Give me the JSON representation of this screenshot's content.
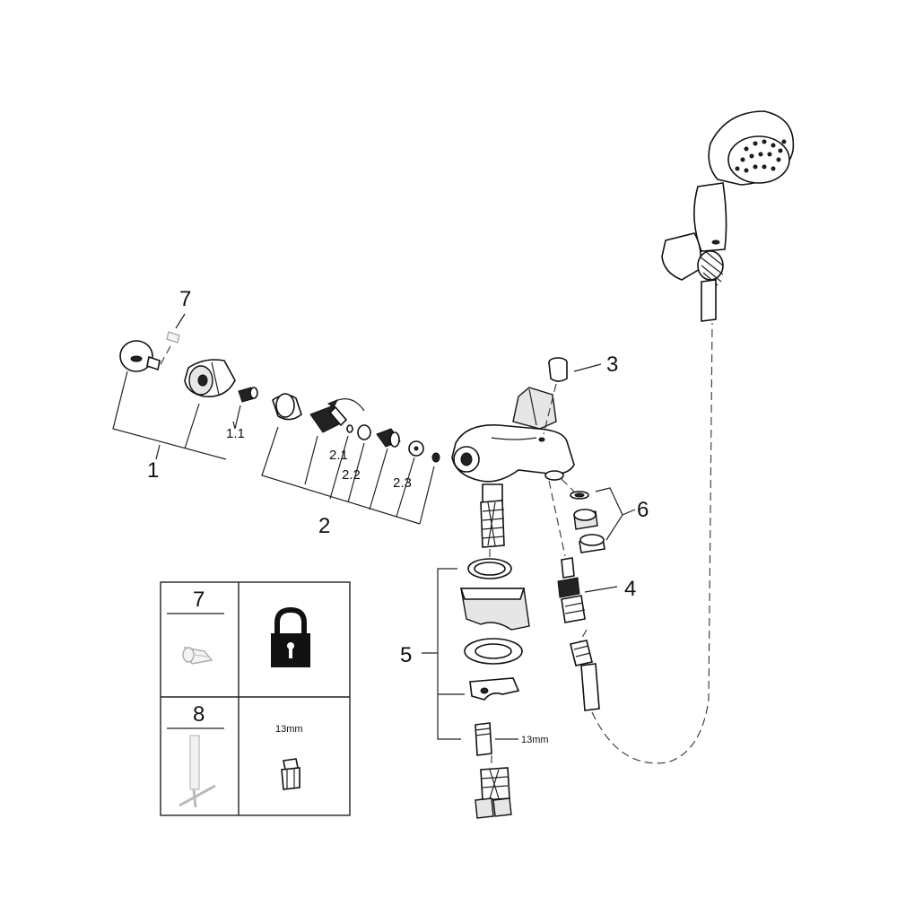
{
  "callouts": {
    "part_1": "1",
    "part_1_1": "1.1",
    "part_2": "2",
    "part_2_1": "2.1",
    "part_2_2": "2.2",
    "part_2_3": "2.3",
    "part_3": "3",
    "part_4": "4",
    "part_5": "5",
    "part_6": "6",
    "part_7": "7"
  },
  "nut_size": "13mm",
  "legend": {
    "row_1_number": "7",
    "row_2_number": "8",
    "tool_size": "13mm"
  },
  "icons": [
    "padlock-icon",
    "screw-icon",
    "socket-wrench-icon",
    "nut-icon"
  ]
}
